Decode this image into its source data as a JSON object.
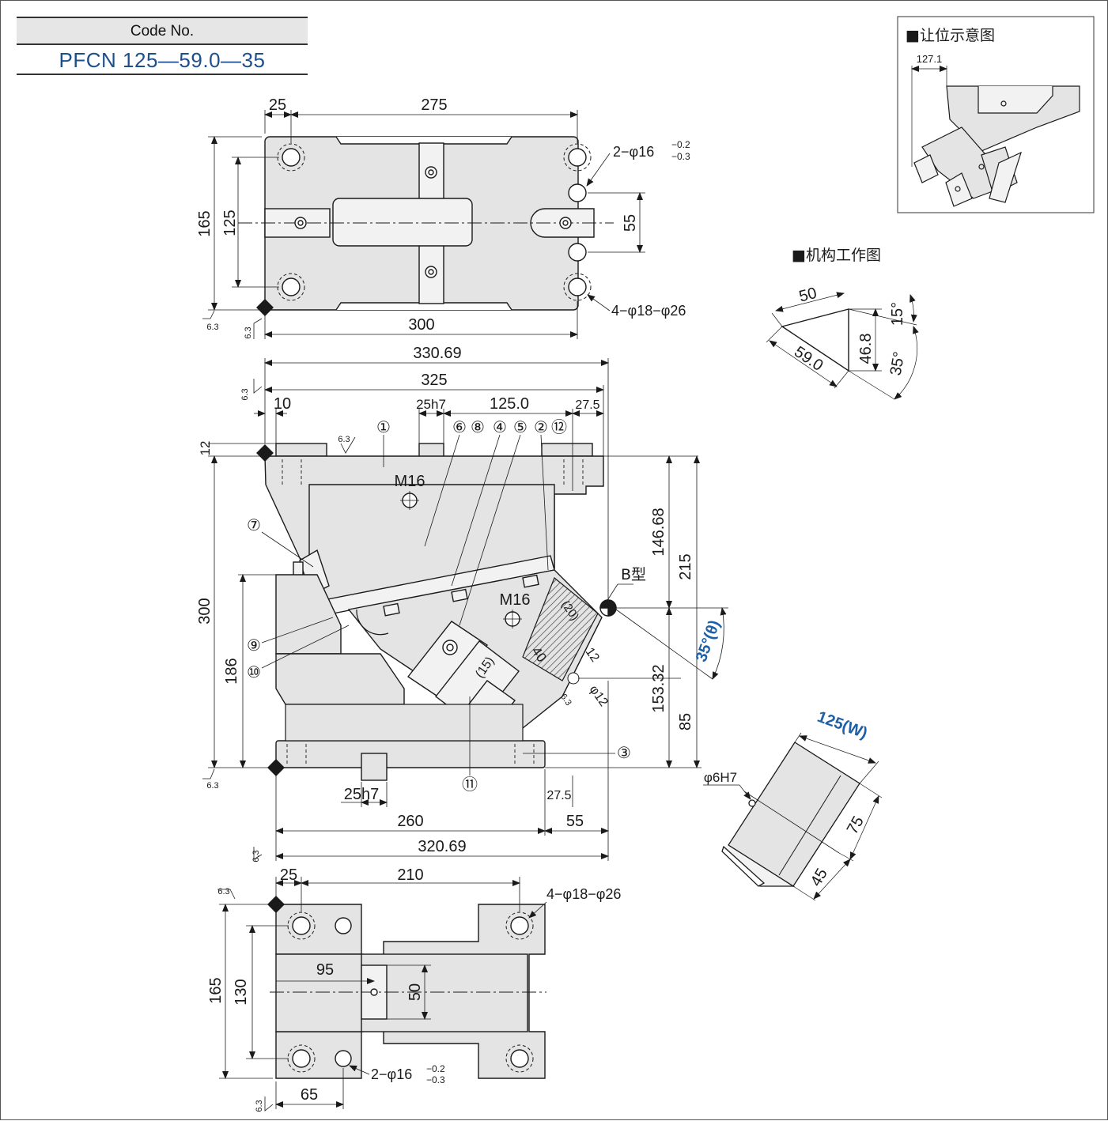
{
  "code_block": {
    "header": "Code No.",
    "value": "PFCN 125—59.0—35"
  },
  "top_view": {
    "dim_left_offset": "25",
    "dim_hole_pitch": "275",
    "dim_height_outer": "165",
    "dim_height_inner": "125",
    "dim_slot_pitch": "55",
    "dim_width": "300",
    "note_dowel": "2−φ16",
    "note_dowel_tol_upper": "−0.2",
    "note_dowel_tol_lower": "−0.3",
    "note_holes": "4−φ18−φ26",
    "roughness": "6.3"
  },
  "front_view": {
    "dim_overall_top": "330.69",
    "dim_325": "325",
    "dim_10": "10",
    "dim_25h7_top": "25h7",
    "dim_125": "125.0",
    "dim_275": "27.5",
    "dim_12": "12",
    "dim_300": "300",
    "dim_186": "186",
    "dim_146": "146.68",
    "dim_215": "215",
    "dim_153": "153.32",
    "dim_85": "85",
    "angle_label": "35°(θ)",
    "type_label": "B型",
    "m16_a": "M16",
    "m16_b": "M16",
    "dim_20": "(20)",
    "dim_40": "40",
    "dim_15": "(15)",
    "dim_12b": "12",
    "dim_phi12": "φ12",
    "dim_25h7_bottom": "25h7",
    "dim_260": "260",
    "dim_275_bottom": "27.5",
    "dim_55": "55",
    "dim_320": "320.69",
    "callouts": [
      "①",
      "⑥",
      "⑧",
      "④",
      "⑤",
      "②",
      "⑫",
      "⑦",
      "⑨",
      "⑩",
      "③",
      "⑪"
    ]
  },
  "bottom_view": {
    "dim_25": "25",
    "dim_210": "210",
    "dim_165": "165",
    "dim_130": "130",
    "dim_95": "95",
    "dim_50": "50",
    "dim_65": "65",
    "note_holes": "4−φ18−φ26",
    "note_dowel": "2−φ16",
    "note_dowel_tol_upper": "−0.2",
    "note_dowel_tol_lower": "−0.3"
  },
  "clearance_inset": {
    "title": "■让位示意图",
    "dim": "127.1"
  },
  "mechanism_inset": {
    "title": "■机构工作图",
    "dim_50": "50",
    "dim_59": "59.0",
    "dim_46": "46.8",
    "angle_15": "15°",
    "angle_35": "35°"
  },
  "block_detail": {
    "width_label": "125(W)",
    "dim_75": "75",
    "dim_45": "45",
    "hole_label": "φ6H7"
  },
  "colors": {
    "part_fill": "#e4e4e4",
    "line": "#1a1a1a",
    "accent_blue": "#1d5fa8"
  }
}
